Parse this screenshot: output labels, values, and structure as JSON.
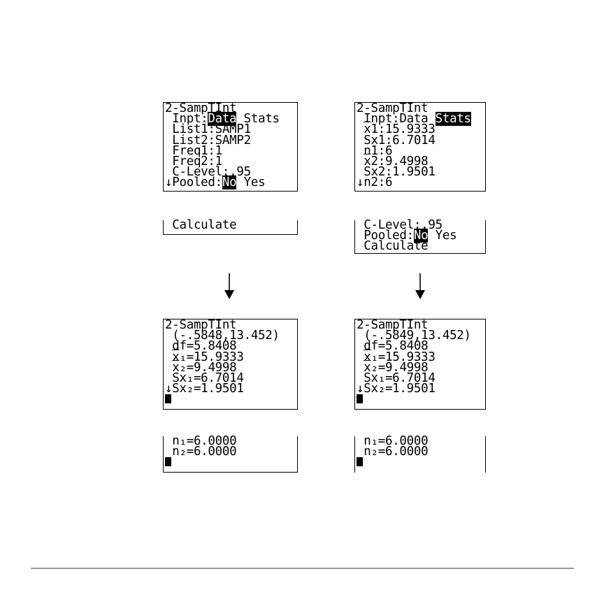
{
  "left_input": {
    "title": "2-SampTInt",
    "inpt_label": " Inpt:",
    "inpt_sel": "Data",
    "inpt_rest": " Stats",
    "list1": " List1:SAMP1",
    "list2": " List2:SAMP2",
    "freq1": " Freq1:1",
    "freq2": " Freq2:1",
    "clevel": " C-Level:.95",
    "pooled_label": "↓Pooled:",
    "pooled_sel": "No",
    "pooled_rest": " Yes"
  },
  "left_more": {
    "calculate": " Calculate"
  },
  "right_input": {
    "title": "2-SampTInt",
    "inpt_label": " Inpt:Data ",
    "inpt_sel": "Stats",
    "x1_bar": "x",
    "x1_rest": "1:15.9333",
    "sx1": " Sx1:6.7014",
    "n1": " n1:6",
    "x2_bar": "x",
    "x2_rest": "2:9.4998",
    "sx2": " Sx2:1.9501",
    "n2": "↓n2:6"
  },
  "right_more": {
    "clevel": " C-Level:.95",
    "pooled_label": " Pooled:",
    "pooled_sel": "No",
    "pooled_rest": " Yes",
    "calculate": " Calculate"
  },
  "left_result": {
    "title": "2-SampTInt",
    "interval": " (-.5848,13.452)",
    "df": " df=5.8408",
    "x1_bar": "x",
    "x1_rest": "₁=15.9333",
    "x2_bar": "x",
    "x2_rest": "₂=9.4998",
    "sx1": " Sx₁=6.7014",
    "sx2": "↓Sx₂=1.9501"
  },
  "right_result": {
    "title": "2-SampTInt",
    "interval": " (-.5849,13.452)",
    "df": " df=5.8408",
    "x1_bar": "x",
    "x1_rest": "₁=15.9333",
    "x2_bar": "x",
    "x2_rest": "₂=9.4998",
    "sx1": " Sx₁=6.7014",
    "sx2": "↓Sx₂=1.9501"
  },
  "left_result_more": {
    "n1": " n₁=6.0000",
    "n2": " n₂=6.0000"
  },
  "right_result_more": {
    "n1": " n₁=6.0000",
    "n2": " n₂=6.0000"
  }
}
